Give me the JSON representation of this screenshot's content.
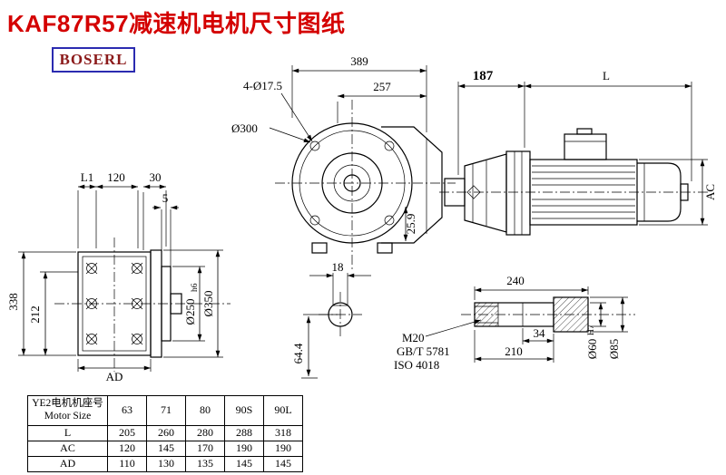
{
  "title": "KAF87R57减速机电机尺寸图纸",
  "logo": "BOSERL",
  "colors": {
    "title": "#d40000",
    "logo_text": "#8b1a1a",
    "logo_border": "#2b2bb0",
    "line": "#000000"
  },
  "front_view": {
    "overall_width": "389",
    "body_width": "257",
    "bolt_holes": "4-Ø17.5",
    "flange_diameter": "Ø300",
    "keyway_offset": "25.9",
    "keyway_width": "18",
    "shaft_bottom": "64.4"
  },
  "side_view": {
    "gear_unit_length": "187",
    "motor_length": "L",
    "motor_diameter": "AC"
  },
  "left_view": {
    "dim_l1": "L1",
    "dim_120": "120",
    "dim_30": "30",
    "dim_5": "5",
    "height_338": "338",
    "height_212": "212",
    "dim_ad": "AD",
    "spigot_diameter": "Ø250",
    "spigot_tolerance": "h6",
    "flange_diameter": "Ø350"
  },
  "shaft_detail": {
    "total_length": "240",
    "dim_34": "34",
    "dim_210": "210",
    "thread": "M20",
    "standard_gb": "GB/T 5781",
    "standard_iso": "ISO 4018",
    "bore_diameter": "Ø60",
    "bore_tolerance": "H7",
    "hub_diameter": "Ø85"
  },
  "table": {
    "header_cn": "YE2电机机座号",
    "header_en": "Motor Size",
    "sizes": [
      "63",
      "71",
      "80",
      "90S",
      "90L"
    ],
    "rows": [
      {
        "label": "L",
        "values": [
          "205",
          "260",
          "280",
          "288",
          "318"
        ]
      },
      {
        "label": "AC",
        "values": [
          "120",
          "145",
          "170",
          "190",
          "190"
        ]
      },
      {
        "label": "AD",
        "values": [
          "110",
          "130",
          "135",
          "145",
          "145"
        ]
      }
    ]
  }
}
